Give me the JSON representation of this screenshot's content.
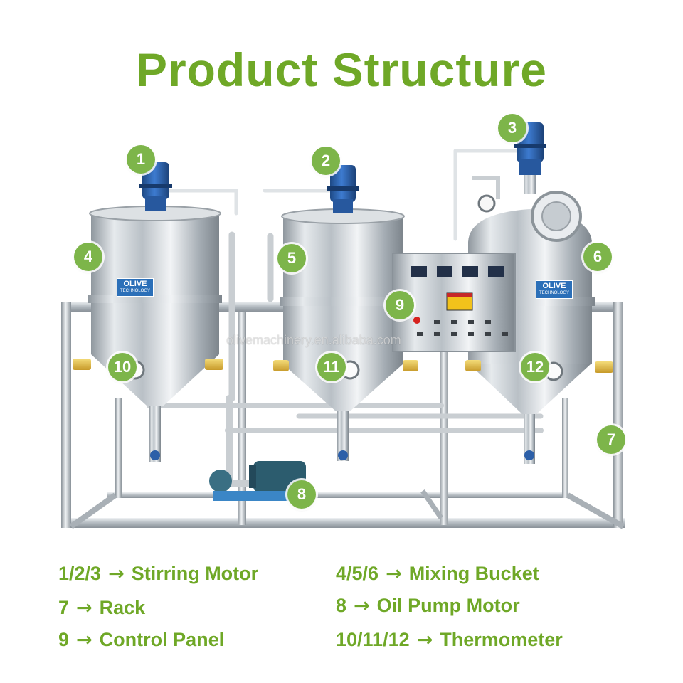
{
  "title": "Product Structure",
  "watermark": "olivemachinery.en.alibaba.com",
  "brand": {
    "name": "OLIVE",
    "sub": "TECHNOLOGY"
  },
  "callouts": [
    "1",
    "2",
    "3",
    "4",
    "5",
    "6",
    "7",
    "8",
    "9",
    "10",
    "11",
    "12"
  ],
  "legend": [
    {
      "key": "1/2/3",
      "label": "Stirring Motor"
    },
    {
      "key": "4/5/6",
      "label": "Mixing Bucket"
    },
    {
      "key": "7",
      "label": "Rack"
    },
    {
      "key": "8",
      "label": "Oil Pump Motor"
    },
    {
      "key": "9",
      "label": "Control Panel"
    },
    {
      "key": "10/11/12",
      "label": "Thermometer"
    }
  ],
  "arrow": "→",
  "colors": {
    "accent": "#6fa827",
    "badge": "#7db54a",
    "motor": "#2c5fa8",
    "steel": "#cfd4d8"
  }
}
